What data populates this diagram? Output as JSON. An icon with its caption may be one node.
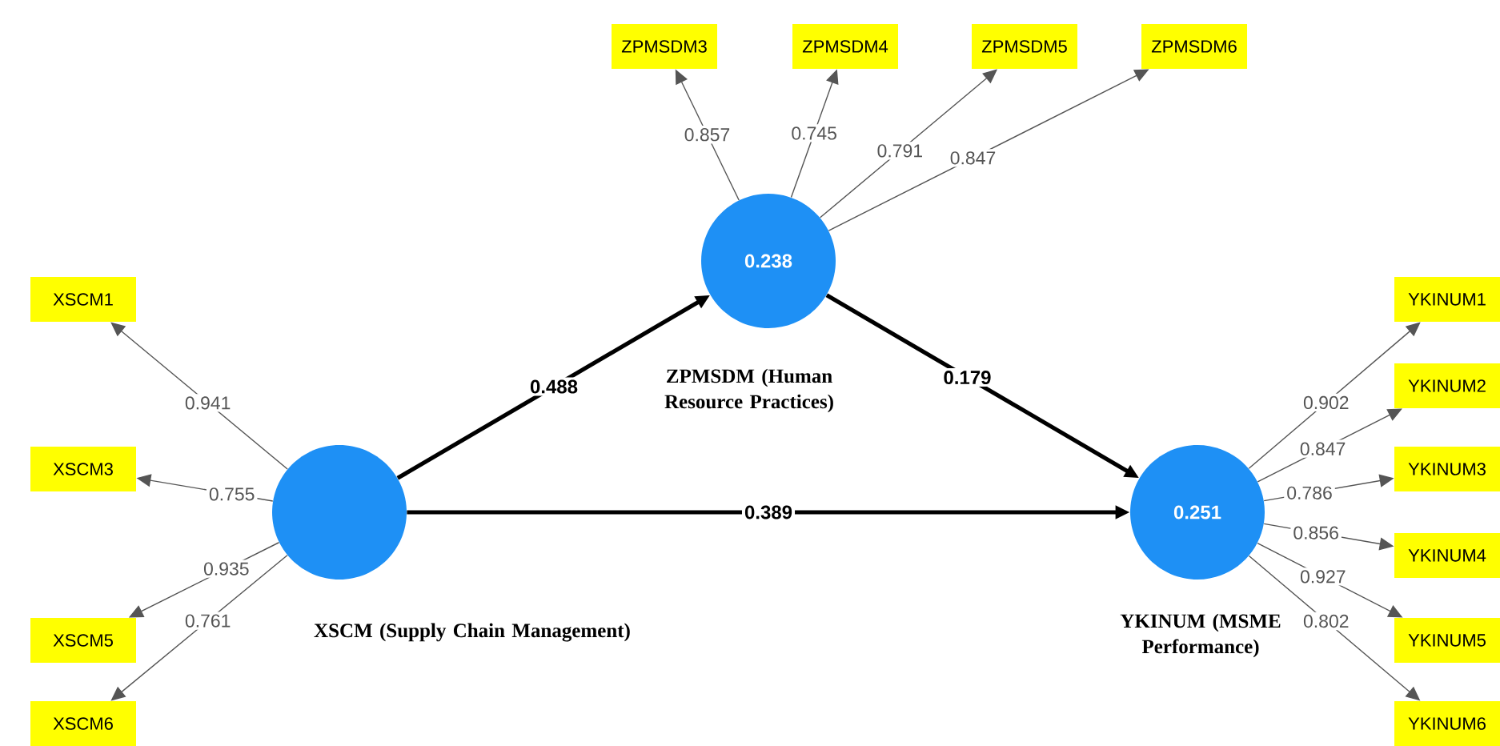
{
  "diagram": {
    "nodes": [
      {
        "text": [],
        "shape": "circle",
        "beside": [
          "XSCM (Supply Chain Management)"
        ]
      },
      {
        "text": [
          "0.238"
        ],
        "beside": [
          "ZPMSDM (Human Resource Practices)"
        ]
      },
      {
        "text": [
          "0.251"
        ],
        "beside": [
          "YKINUM (MSME Performance)"
        ]
      },
      {
        "text": [
          "XSCM1"
        ]
      },
      {
        "text": [
          "XSCM3"
        ]
      },
      {
        "text": [
          "XSCM5"
        ]
      },
      {
        "text": [
          "XSCM6"
        ]
      },
      {
        "text": [
          "ZPMSDM3"
        ]
      },
      {
        "text": [
          "ZPMSDM4"
        ]
      },
      {
        "text": [
          "ZPMSDM5"
        ]
      },
      {
        "text": [
          "ZPMSDM6"
        ]
      },
      {
        "text": [
          "YKINUM1"
        ]
      },
      {
        "text": [
          "YKINUM2"
        ]
      },
      {
        "text": [
          "YKINUM3"
        ]
      },
      {
        "text": [
          "YKINUM4"
        ]
      },
      {
        "text": [
          "YKINUM5"
        ]
      },
      {
        "text": [
          "YKINUM6"
        ]
      }
    ],
    "edges": [
      {
        "from": 0,
        "to": 1,
        "arrow": "to",
        "label": "0.488",
        "style": "thick"
      },
      {
        "from": 1,
        "to": 2,
        "arrow": "to",
        "label": "0.179",
        "style": "thick"
      },
      {
        "from": 0,
        "to": 2,
        "arrow": "to",
        "label": "0.389",
        "style": "thick"
      },
      {
        "from": 0,
        "to": 3,
        "arrow": "to",
        "label": "0.941"
      },
      {
        "from": 0,
        "to": 4,
        "arrow": "to",
        "label": "0.755"
      },
      {
        "from": 0,
        "to": 5,
        "arrow": "to",
        "label": "0.935"
      },
      {
        "from": 0,
        "to": 6,
        "arrow": "to",
        "label": "0.761"
      },
      {
        "from": 1,
        "to": 7,
        "arrow": "to",
        "label": "0.857"
      },
      {
        "from": 1,
        "to": 8,
        "arrow": "to",
        "label": "0.745"
      },
      {
        "from": 1,
        "to": 9,
        "arrow": "to",
        "label": "0.791"
      },
      {
        "from": 1,
        "to": 10,
        "arrow": "to",
        "label": "0.847"
      },
      {
        "from": 2,
        "to": 11,
        "arrow": "to",
        "label": "0.902"
      },
      {
        "from": 2,
        "to": 12,
        "arrow": "to",
        "label": "0.847"
      },
      {
        "from": 2,
        "to": 13,
        "arrow": "to",
        "label": "0.786"
      },
      {
        "from": 2,
        "to": 14,
        "arrow": "to",
        "label": "0.856"
      },
      {
        "from": 2,
        "to": 15,
        "arrow": "to",
        "label": "0.927"
      },
      {
        "from": 2,
        "to": 16,
        "arrow": "to",
        "label": "0.802"
      }
    ]
  }
}
